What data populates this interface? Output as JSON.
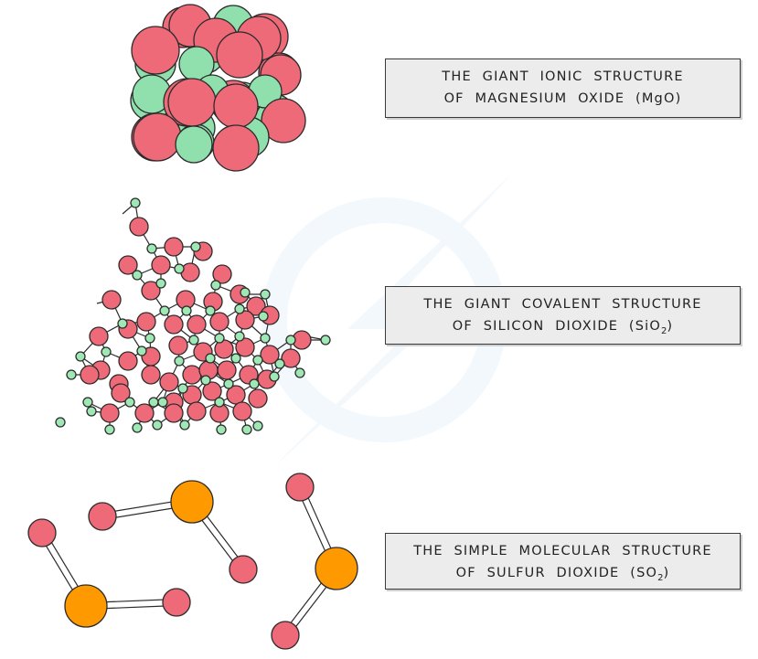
{
  "colors": {
    "oxygen_red": "#ee6a78",
    "magnesium_green": "#8fe0ad",
    "silicon_green": "#9fe8b5",
    "sulfur_orange": "#ff9900",
    "outline": "#2b2b2b"
  },
  "labels": {
    "ionic": {
      "line1": "THE GIANT IONIC STRUCTURE",
      "line2": "OF MAGNESIUM OXIDE (MgO)"
    },
    "covalent": {
      "line1": "THE GIANT COVALENT STRUCTURE",
      "line2_prefix": "OF SILICON DIOXIDE (SiO",
      "line2_sub": "2",
      "line2_suffix": ")"
    },
    "simple": {
      "line1": "THE SIMPLE MOLECULAR STRUCTURE",
      "line2_prefix": "OF SULFUR DIOXIDE (SO",
      "line2_sub": "2",
      "line2_suffix": ")"
    }
  }
}
